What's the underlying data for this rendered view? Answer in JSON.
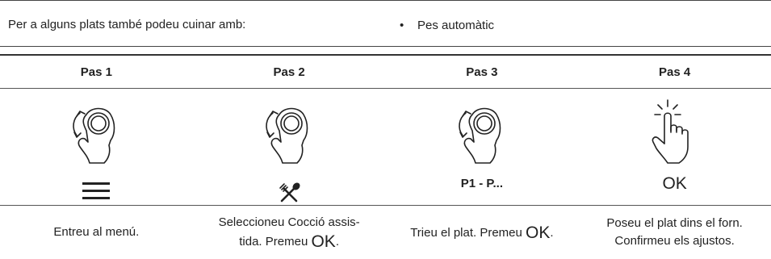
{
  "intro": {
    "text": "Per a alguns plats també podeu cuinar amb:",
    "bullet": "•",
    "item": "Pes automàtic"
  },
  "steps": [
    {
      "header": "Pas 1",
      "icon": "rotate-knob-icon",
      "symbol": "menu-lines-icon",
      "desc": "Entreu al menú."
    },
    {
      "header": "Pas 2",
      "icon": "rotate-knob-icon",
      "symbol": "spoon-fork-icon",
      "desc_a": "Seleccioneu Cocció assis-",
      "desc_b": "tida. Premeu",
      "ok": "OK",
      "end": "."
    },
    {
      "header": "Pas 3",
      "icon": "rotate-knob-icon",
      "symbol_text": "P1 - P...",
      "desc_a": "Trieu el plat. Premeu",
      "ok": "OK",
      "end": "."
    },
    {
      "header": "Pas 4",
      "icon": "tap-finger-icon",
      "symbol_text": "OK",
      "desc_a": "Poseu el plat dins el forn.",
      "desc_b": "Confirmeu els ajustos."
    }
  ]
}
